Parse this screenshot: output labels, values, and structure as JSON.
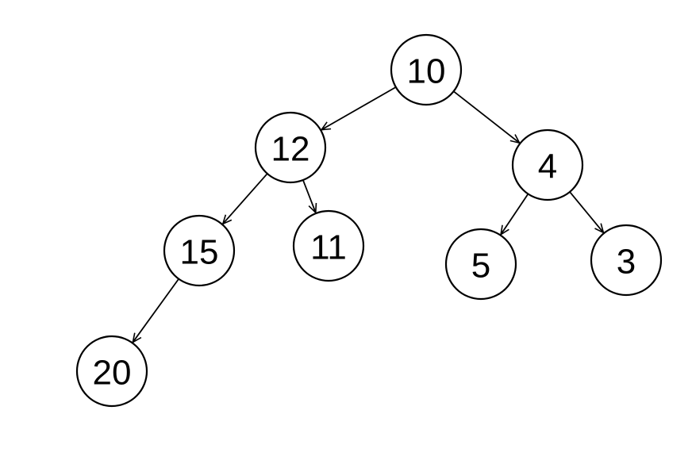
{
  "diagram": {
    "type": "binary-tree",
    "colors": {
      "stroke": "#000000",
      "fill": "#ffffff",
      "text": "#000000"
    },
    "nodes": [
      {
        "id": "n10",
        "label": "10"
      },
      {
        "id": "n12",
        "label": "12"
      },
      {
        "id": "n4",
        "label": "4"
      },
      {
        "id": "n15",
        "label": "15"
      },
      {
        "id": "n11",
        "label": "11"
      },
      {
        "id": "n5",
        "label": "5"
      },
      {
        "id": "n3",
        "label": "3"
      },
      {
        "id": "n20",
        "label": "20"
      }
    ],
    "edges": [
      {
        "from": "n10",
        "to": "n12"
      },
      {
        "from": "n10",
        "to": "n4"
      },
      {
        "from": "n12",
        "to": "n15"
      },
      {
        "from": "n12",
        "to": "n11"
      },
      {
        "from": "n4",
        "to": "n5"
      },
      {
        "from": "n4",
        "to": "n3"
      },
      {
        "from": "n15",
        "to": "n20"
      }
    ]
  }
}
